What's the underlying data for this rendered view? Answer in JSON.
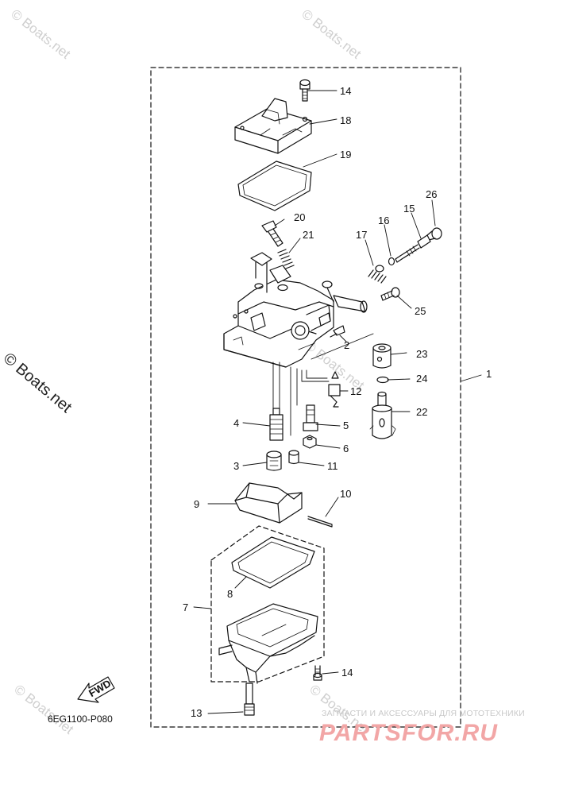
{
  "watermark": "© Boats.net",
  "diagram_code": "6EG1100-P080",
  "fwd_label": "FWD",
  "brand": {
    "tagline": "ЗАПЧАСТИ И АКСЕССУАРЫ ДЛЯ МОТОТЕХНИКИ",
    "name": "PARTSFOR.RU"
  },
  "callouts": [
    {
      "id": "c14a",
      "label": "14"
    },
    {
      "id": "c18",
      "label": "18"
    },
    {
      "id": "c19",
      "label": "19"
    },
    {
      "id": "c26",
      "label": "26"
    },
    {
      "id": "c15",
      "label": "15"
    },
    {
      "id": "c20",
      "label": "20"
    },
    {
      "id": "c16",
      "label": "16"
    },
    {
      "id": "c17",
      "label": "17"
    },
    {
      "id": "c21",
      "label": "21"
    },
    {
      "id": "c25",
      "label": "25"
    },
    {
      "id": "c2",
      "label": "2"
    },
    {
      "id": "c23",
      "label": "23"
    },
    {
      "id": "c1",
      "label": "1"
    },
    {
      "id": "c24",
      "label": "24"
    },
    {
      "id": "c12",
      "label": "12"
    },
    {
      "id": "c22",
      "label": "22"
    },
    {
      "id": "c4",
      "label": "4"
    },
    {
      "id": "c5",
      "label": "5"
    },
    {
      "id": "c6",
      "label": "6"
    },
    {
      "id": "c3",
      "label": "3"
    },
    {
      "id": "c11",
      "label": "11"
    },
    {
      "id": "c10",
      "label": "10"
    },
    {
      "id": "c9",
      "label": "9"
    },
    {
      "id": "c8",
      "label": "8"
    },
    {
      "id": "c7",
      "label": "7"
    },
    {
      "id": "c14b",
      "label": "14"
    },
    {
      "id": "c13",
      "label": "13"
    }
  ]
}
